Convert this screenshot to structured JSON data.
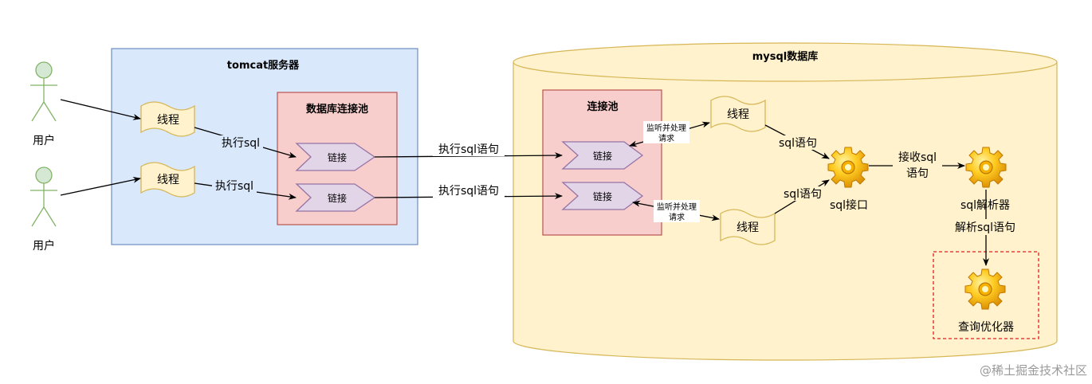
{
  "users": [
    {
      "label": "用户"
    },
    {
      "label": "用户"
    }
  ],
  "tomcat": {
    "title": "tomcat服务器",
    "threads": [
      "线程",
      "线程"
    ],
    "exec_labels": [
      "执行sql",
      "执行sql"
    ],
    "pool": {
      "title": "数据库连接池",
      "links": [
        "链接",
        "链接"
      ]
    }
  },
  "bridge_labels": [
    "执行sql语句",
    "执行sql语句"
  ],
  "mysql": {
    "title": "mysql数据库",
    "pool": {
      "title": "连接池",
      "links": [
        "链接",
        "链接"
      ]
    },
    "listen_labels": [
      {
        "line1": "监听并处理",
        "line2": "请求"
      },
      {
        "line1": "监听并处理",
        "line2": "请求"
      }
    ],
    "threads": [
      "线程",
      "线程"
    ],
    "sql_edge_labels": [
      "sql语句",
      "sql语句"
    ],
    "sql_interface": "sql接口",
    "receive_label": {
      "line1": "接收sql",
      "line2": "语句"
    },
    "parser": "sql解析器",
    "parse_label": "解析sql语句",
    "optimizer": "查询优化器"
  },
  "watermark": "@稀土掘金技术社区",
  "colors": {
    "tomcat_fill": "#dae8fc",
    "tomcat_stroke": "#6c8ebf",
    "pool_fill": "#f8cecc",
    "pool_stroke": "#b85450",
    "thread_fill": "#fff2cc",
    "thread_stroke": "#d6b656",
    "link_fill": "#e1d5e7",
    "link_stroke": "#9673a6",
    "user_fill": "#d5e8d4",
    "user_stroke": "#82b366",
    "db_fill": "#fff2cc",
    "db_stroke": "#d6b656",
    "optimizer_border": "#e02020"
  },
  "icons": [
    "user-icon",
    "gear-icon"
  ]
}
